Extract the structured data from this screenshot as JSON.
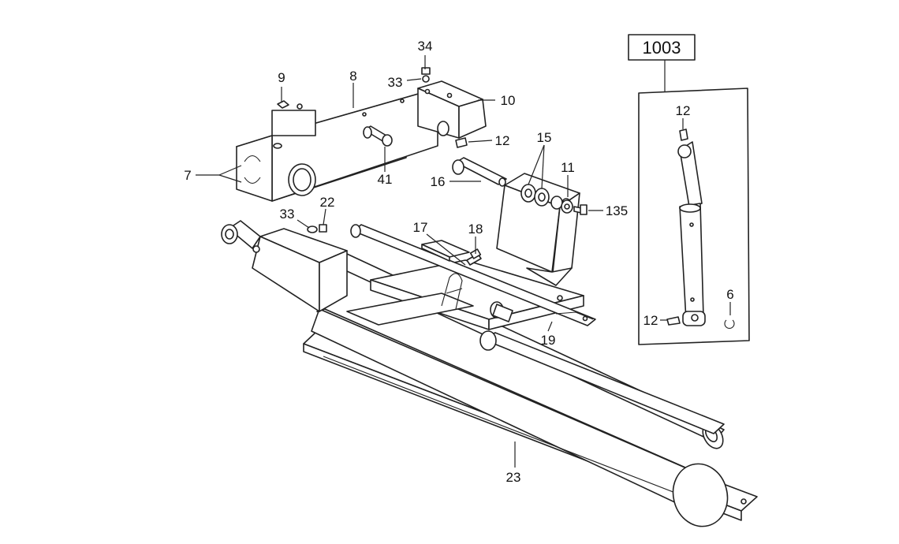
{
  "diagram": {
    "inset_label": "1003",
    "callouts": [
      {
        "id": "c34",
        "text": "34"
      },
      {
        "id": "c33a",
        "text": "33"
      },
      {
        "id": "c9",
        "text": "9"
      },
      {
        "id": "c8",
        "text": "8"
      },
      {
        "id": "c10",
        "text": "10"
      },
      {
        "id": "c12a",
        "text": "12"
      },
      {
        "id": "c7",
        "text": "7"
      },
      {
        "id": "c41",
        "text": "41"
      },
      {
        "id": "c15",
        "text": "15"
      },
      {
        "id": "c11",
        "text": "11"
      },
      {
        "id": "c16",
        "text": "16"
      },
      {
        "id": "c135",
        "text": "135"
      },
      {
        "id": "c33b",
        "text": "33"
      },
      {
        "id": "c22",
        "text": "22"
      },
      {
        "id": "c17",
        "text": "17"
      },
      {
        "id": "c18",
        "text": "18"
      },
      {
        "id": "c19",
        "text": "19"
      },
      {
        "id": "c23",
        "text": "23"
      },
      {
        "id": "c12b",
        "text": "12"
      },
      {
        "id": "c6",
        "text": "6"
      },
      {
        "id": "c12c",
        "text": "12"
      }
    ]
  }
}
